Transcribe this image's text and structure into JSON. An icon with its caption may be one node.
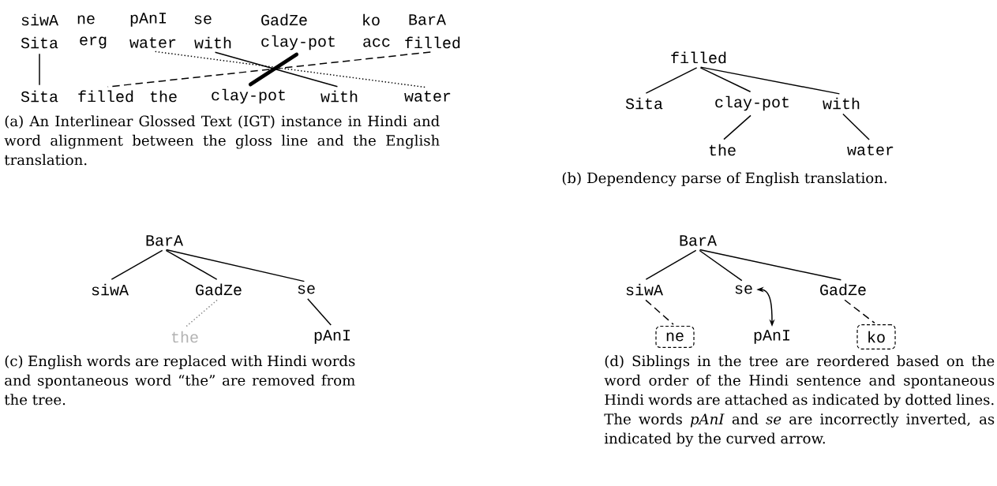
{
  "diagram": {
    "nodes": [
      {
        "text": [
          "Sita"
        ]
      },
      {
        "text": [
          "erg"
        ]
      },
      {
        "text": [
          "water"
        ]
      },
      {
        "text": [
          "with"
        ]
      },
      {
        "text": [
          "clay-pot"
        ]
      },
      {
        "text": [
          "acc"
        ]
      },
      {
        "text": [
          "filled"
        ]
      },
      {
        "text": [
          "Sita"
        ]
      },
      {
        "text": [
          "filled"
        ]
      },
      {
        "text": [
          "the"
        ]
      },
      {
        "text": [
          "clay-pot"
        ]
      },
      {
        "text": [
          "with"
        ]
      },
      {
        "text": [
          "water"
        ]
      },
      {
        "text": [
          "filled"
        ]
      },
      {
        "text": [
          "Sita"
        ]
      },
      {
        "text": [
          "clay-pot"
        ]
      },
      {
        "text": [
          "with"
        ]
      },
      {
        "text": [
          "the"
        ]
      },
      {
        "text": [
          "water"
        ]
      },
      {
        "text": [
          "BarA"
        ]
      },
      {
        "text": [
          "siwA"
        ]
      },
      {
        "text": [
          "GadZe"
        ]
      },
      {
        "text": [
          "se"
        ]
      },
      {
        "text": [
          "the"
        ]
      },
      {
        "text": [
          "pAnI"
        ]
      },
      {
        "text": [
          "BarA"
        ]
      },
      {
        "text": [
          "siwA"
        ]
      },
      {
        "text": [
          "se"
        ]
      },
      {
        "text": [
          "GadZe"
        ]
      },
      {
        "text": [
          "ne"
        ]
      },
      {
        "text": [
          "pAnI"
        ]
      },
      {
        "text": [
          "ko"
        ]
      }
    ],
    "edges": [
      {
        "from": 0,
        "to": 7,
        "arrow": "none"
      },
      {
        "from": 2,
        "to": 12,
        "arrow": "none",
        "style": "dashed"
      },
      {
        "from": 3,
        "to": 11,
        "arrow": "none"
      },
      {
        "from": 4,
        "to": 10,
        "arrow": "none",
        "style": "thick"
      },
      {
        "from": 6,
        "to": 8,
        "arrow": "none",
        "style": "dashed"
      },
      {
        "from": 13,
        "to": 14,
        "arrow": "none"
      },
      {
        "from": 13,
        "to": 15,
        "arrow": "none"
      },
      {
        "from": 13,
        "to": 16,
        "arrow": "none"
      },
      {
        "from": 15,
        "to": 17,
        "arrow": "none"
      },
      {
        "from": 16,
        "to": 18,
        "arrow": "none"
      },
      {
        "from": 19,
        "to": 20,
        "arrow": "none"
      },
      {
        "from": 19,
        "to": 21,
        "arrow": "none"
      },
      {
        "from": 19,
        "to": 22,
        "arrow": "none"
      },
      {
        "from": 21,
        "to": 23,
        "arrow": "none",
        "style": "dashed",
        "color": "#888888"
      },
      {
        "from": 22,
        "to": 24,
        "arrow": "none"
      },
      {
        "from": 25,
        "to": 26,
        "arrow": "none"
      },
      {
        "from": 25,
        "to": 27,
        "arrow": "none"
      },
      {
        "from": 25,
        "to": 28,
        "arrow": "none"
      },
      {
        "from": 26,
        "to": 29,
        "arrow": "none",
        "style": "dashed"
      },
      {
        "from": 27,
        "to": 30,
        "arrow": "both"
      },
      {
        "from": 28,
        "to": 31,
        "arrow": "none",
        "style": "dashed"
      }
    ],
    "labels": [
      "siwA",
      "ne",
      "pAnI",
      "se",
      "GadZe",
      "ko",
      "BarA",
      "(a) An Interlinear Glossed Text (IGT) instance in Hindi and word alignment between the gloss line and the English translation.",
      "(b) Dependency parse of English translation.",
      "(c) English words are replaced with Hindi words and spontaneous word “the” are removed from the tree.",
      "(d) Siblings in the tree are reordered based on the word order of the Hindi sentence and spontaneous Hindi words are attached as indicated by dotted lines. The words *pAnI* and *se* are incorrectly inverted, as indicated by the curved arrow."
    ]
  }
}
